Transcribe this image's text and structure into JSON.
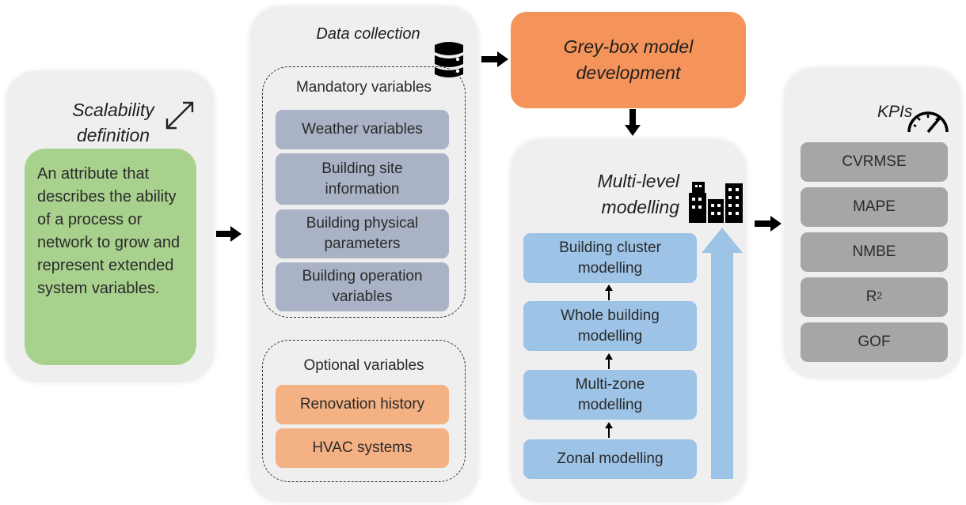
{
  "scalability": {
    "title": "Scalability definition",
    "definition": "An attribute that describes the ability of a process or network to grow and represent extended system variables.",
    "icon": "diagonal-double-arrow-icon"
  },
  "data_collection": {
    "title": "Data collection",
    "icon": "database-icon",
    "mandatory": {
      "title": "Mandatory variables",
      "items": [
        "Weather variables",
        "Building site information",
        "Building physical parameters",
        "Building operation variables"
      ]
    },
    "optional": {
      "title": "Optional variables",
      "items": [
        "Renovation history",
        "HVAC systems"
      ]
    }
  },
  "greybox": {
    "title": "Grey-box model development"
  },
  "multilevel": {
    "title": "Multi-level modelling",
    "icon": "city-buildings-icon",
    "levels": [
      "Building cluster modelling",
      "Whole building modelling",
      "Multi-zone modelling",
      "Zonal modelling"
    ]
  },
  "kpis": {
    "title": "KPIs",
    "icon": "speedometer-icon",
    "items": [
      "CVRMSE",
      "MAPE",
      "NMBE",
      "R",
      "GOF"
    ],
    "r2_superscript": "2"
  },
  "colors": {
    "panel": "#efefef",
    "definition_box": "#a9d18e",
    "mandatory_box": "#a9b3c5",
    "optional_box": "#f4b183",
    "greybox": "#f4945a",
    "modelling_box": "#9dc3e6",
    "kpi_box": "#a6a6a6"
  }
}
